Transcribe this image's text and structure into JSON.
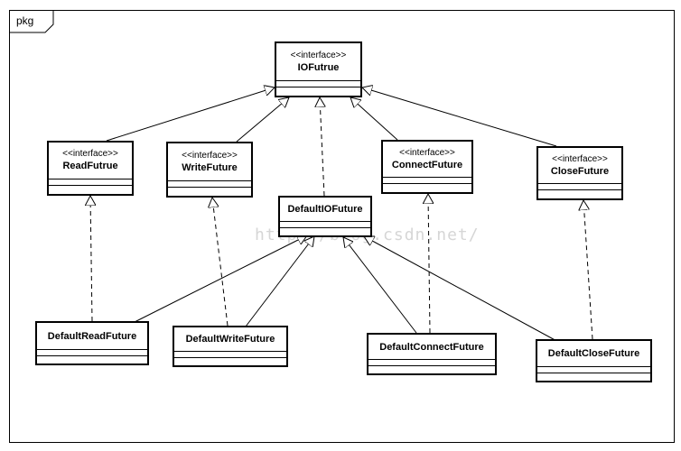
{
  "package": {
    "label": "pkg"
  },
  "watermark": "http://blog.csdn.net/",
  "classes": {
    "iofutrue": {
      "stereotype": "<<interface>>",
      "name": "IOFutrue"
    },
    "readfutrue": {
      "stereotype": "<<interface>>",
      "name": "ReadFutrue"
    },
    "writefuture": {
      "stereotype": "<<interface>>",
      "name": "WriteFuture"
    },
    "connectfuture": {
      "stereotype": "<<interface>>",
      "name": "ConnectFuture"
    },
    "closefuture": {
      "stereotype": "<<interface>>",
      "name": "CloseFuture"
    },
    "defaultiofuture": {
      "name": "DefaultIOFuture"
    },
    "defaultreadfuture": {
      "name": "DefaultReadFuture"
    },
    "defaultwritefuture": {
      "name": "DefaultWriteFuture"
    },
    "defaultconnectfuture": {
      "name": "DefaultConnectFuture"
    },
    "defaultclosefuture": {
      "name": "DefaultCloseFuture"
    }
  },
  "relations": [
    {
      "from": "ReadFutrue",
      "to": "IOFutrue",
      "kind": "generalization"
    },
    {
      "from": "WriteFuture",
      "to": "IOFutrue",
      "kind": "generalization"
    },
    {
      "from": "ConnectFuture",
      "to": "IOFutrue",
      "kind": "generalization"
    },
    {
      "from": "CloseFuture",
      "to": "IOFutrue",
      "kind": "generalization"
    },
    {
      "from": "DefaultIOFuture",
      "to": "IOFutrue",
      "kind": "realization"
    },
    {
      "from": "DefaultReadFuture",
      "to": "ReadFutrue",
      "kind": "realization"
    },
    {
      "from": "DefaultWriteFuture",
      "to": "WriteFuture",
      "kind": "realization"
    },
    {
      "from": "DefaultConnectFuture",
      "to": "ConnectFuture",
      "kind": "realization"
    },
    {
      "from": "DefaultCloseFuture",
      "to": "CloseFuture",
      "kind": "realization"
    },
    {
      "from": "DefaultReadFuture",
      "to": "DefaultIOFuture",
      "kind": "generalization"
    },
    {
      "from": "DefaultWriteFuture",
      "to": "DefaultIOFuture",
      "kind": "generalization"
    },
    {
      "from": "DefaultConnectFuture",
      "to": "DefaultIOFuture",
      "kind": "generalization"
    },
    {
      "from": "DefaultCloseFuture",
      "to": "DefaultIOFuture",
      "kind": "generalization"
    }
  ]
}
